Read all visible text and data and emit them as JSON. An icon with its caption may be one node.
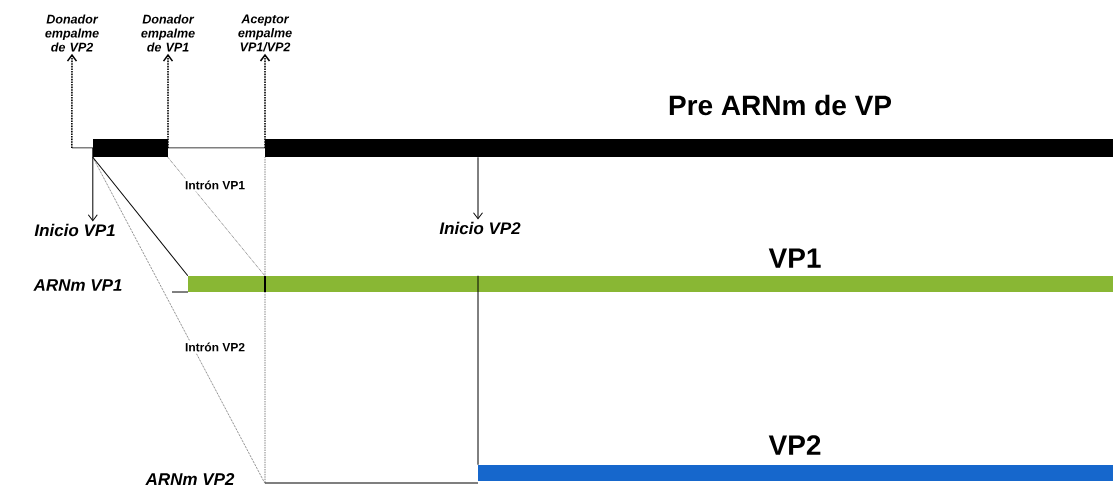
{
  "diagram": {
    "nodes": [
      {
        "text": [
          "Donador empalme de VP2"
        ]
      },
      {
        "text": [
          "Donador empalme de VP1"
        ]
      },
      {
        "text": [
          "Aceptor empalme VP1/VP2"
        ]
      },
      {
        "text": [
          "Inicio VP1"
        ]
      },
      {
        "text": [
          "Inicio VP2"
        ]
      },
      {
        "text": [
          "Pre ARNm de VP"
        ]
      },
      {
        "text": [
          "VP1"
        ]
      },
      {
        "text": [
          "VP2"
        ]
      }
    ],
    "edges": [
      {
        "from": 5,
        "to": 0,
        "arrow": "to",
        "style": "dashed"
      },
      {
        "from": 5,
        "to": 1,
        "arrow": "to",
        "style": "dashed"
      },
      {
        "from": 5,
        "to": 2,
        "arrow": "to",
        "style": "dashed"
      },
      {
        "from": 5,
        "to": 3,
        "arrow": "to"
      },
      {
        "from": 5,
        "to": 4,
        "arrow": "to"
      },
      {
        "from": 5,
        "to": 6,
        "arrow": "none"
      },
      {
        "from": 5,
        "to": 6,
        "arrow": "none",
        "style": "dashed"
      },
      {
        "from": 5,
        "to": 7,
        "arrow": "none",
        "style": "dashed"
      },
      {
        "from": 6,
        "to": 7,
        "arrow": "none"
      },
      {
        "from": 5,
        "to": 6,
        "arrow": "none",
        "style": "dashed"
      },
      {
        "from": 6,
        "to": 7,
        "arrow": "none",
        "style": "dashed"
      }
    ],
    "labels": [
      "Intrón VP1",
      "ARNm VP1",
      "Intrón VP2",
      "ARNm VP2"
    ]
  }
}
